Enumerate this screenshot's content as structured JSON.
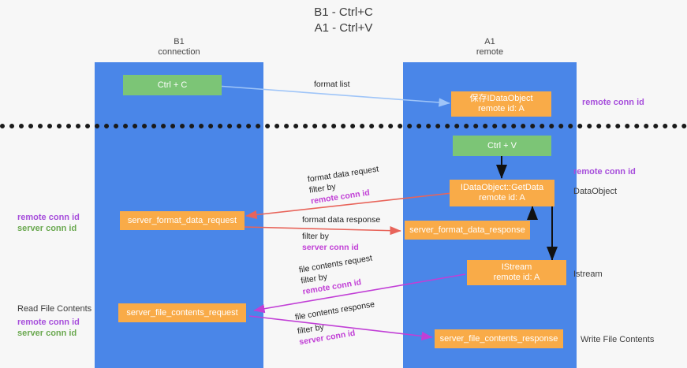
{
  "title": {
    "line1": "B1 - Ctrl+C",
    "line2": "A1 - Ctrl+V"
  },
  "columns": [
    {
      "id": "b1",
      "name": "B1",
      "role": "connection"
    },
    {
      "id": "a1",
      "name": "A1",
      "role": "remote"
    }
  ],
  "boxes": [
    {
      "id": "ctrl-c",
      "line1": "Ctrl + C",
      "line2": "",
      "color": "#7cc576"
    },
    {
      "id": "save-idataobject",
      "line1": "保存IDataObject",
      "line2": "remote id: A",
      "color": "#f9ab48"
    },
    {
      "id": "ctrl-v",
      "line1": "Ctrl + V",
      "line2": "",
      "color": "#7cc576"
    },
    {
      "id": "idataobject-getdata",
      "line1": "IDataObject::GetData",
      "line2": "remote id: A",
      "color": "#f9ab48"
    },
    {
      "id": "server-format-data-request",
      "line1": "server_format_data_request",
      "line2": "",
      "color": "#f9ab48"
    },
    {
      "id": "server-format-data-response",
      "line1": "server_format_data_response",
      "line2": "",
      "color": "#f9ab48"
    },
    {
      "id": "istream",
      "line1": "IStream",
      "line2": "remote id: A",
      "color": "#f9ab48"
    },
    {
      "id": "server-file-contents-request",
      "line1": "server_file_contents_request",
      "line2": "",
      "color": "#f9ab48"
    },
    {
      "id": "server-file-contents-response",
      "line1": "server_file_contents_response",
      "line2": "",
      "color": "#f9ab48"
    }
  ],
  "arrows": [
    {
      "id": "format-list",
      "color": "#9fc5f8",
      "label_line1": "format list",
      "label_line2": "",
      "label_highlight": ""
    },
    {
      "id": "format-data-request",
      "color": "#e8645a",
      "label_line1": "format data request",
      "label_line2_prefix": "filter by ",
      "label_highlight": "remote conn id"
    },
    {
      "id": "format-data-response",
      "color": "#e8645a",
      "label_line1": "format data response",
      "label_line2_prefix": "filter by ",
      "label_highlight": "server conn id"
    },
    {
      "id": "file-contents-request",
      "color": "#c13fd6",
      "label_line1": "file contents request",
      "label_line2_prefix": "filter by ",
      "label_highlight": "remote conn id"
    },
    {
      "id": "file-contents-response",
      "color": "#c13fd6",
      "label_line1": "file contents response",
      "label_line2_prefix": "filter by ",
      "label_highlight": "server conn id"
    }
  ],
  "right_labels": [
    {
      "id": "remote-conn-id-top",
      "text": "remote conn id",
      "style": "purple"
    },
    {
      "id": "remote-conn-id-mid",
      "text": "remote conn id",
      "style": "purple"
    },
    {
      "id": "dataobject",
      "text": "DataObject",
      "style": "plain"
    },
    {
      "id": "istream",
      "text": "Istream",
      "style": "plain"
    },
    {
      "id": "write-file-contents",
      "text": "Write File Contents",
      "style": "plain"
    }
  ],
  "left_labels": [
    {
      "id": "remote-conn-id",
      "text": "remote conn id",
      "style": "purple"
    },
    {
      "id": "server-conn-id",
      "text": "server conn id",
      "style": "green"
    },
    {
      "id": "read-file-contents",
      "text": "Read File Contents",
      "style": "plain"
    },
    {
      "id": "remote-conn-id-2",
      "text": "remote conn id",
      "style": "purple"
    },
    {
      "id": "server-conn-id-2",
      "text": "server conn id",
      "style": "green"
    }
  ],
  "colors": {
    "lane": "#4a86e8",
    "green_box": "#7cc576",
    "orange_box": "#f9ab48",
    "purple_text": "#a64ddb",
    "green_text": "#6aa84f",
    "red_arrow": "#e8645a",
    "magenta_arrow": "#c13fd6",
    "lightblue_arrow": "#9fc5f8",
    "divider": "#1a1a1a",
    "background": "#f7f7f7"
  }
}
